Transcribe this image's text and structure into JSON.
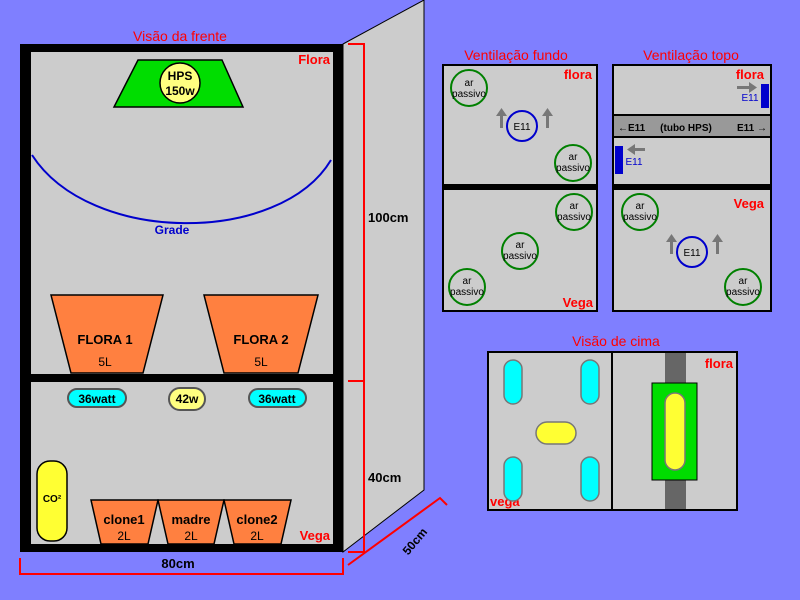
{
  "front": {
    "title": "Visão da frente",
    "flora": "Flora",
    "vega": "Vega",
    "hps": "HPS",
    "hps_w": "150w",
    "grade": "Grade",
    "pot1": "FLORA 1",
    "pot1_vol": "5L",
    "pot2": "FLORA 2",
    "pot2_vol": "5L",
    "lamp1": "36watt",
    "lamp2": "42w",
    "lamp3": "36watt",
    "co2": "CO²",
    "clone1": "clone1",
    "clone1_vol": "2L",
    "madre": "madre",
    "madre_vol": "2L",
    "clone2": "clone2",
    "clone2_vol": "2L",
    "height_top": "100cm",
    "height_bottom": "40cm",
    "width": "80cm",
    "depth": "50cm"
  },
  "back_vent": {
    "title": "Ventilação fundo",
    "flora": "flora",
    "vega": "Vega",
    "passive_word1": "ar",
    "passive_word2": "passivo",
    "fan": "E11"
  },
  "top_vent": {
    "title": "Ventilação topo",
    "flora": "flora",
    "vega": "Vega",
    "fan": "E11",
    "tube_left": "←E11",
    "tube_mid": "(tubo HPS)",
    "tube_right": "E11 →",
    "passive_word1": "ar",
    "passive_word2": "passivo"
  },
  "top_view": {
    "title": "Visão de cima",
    "flora": "flora",
    "vega": "vega"
  },
  "colors": {
    "background": "#7f7fff",
    "panel": "#cccccc",
    "label_red": "#ff0000",
    "grade_blue": "#0000cc",
    "pot_orange": "#ff8040",
    "lamp_cyan": "#00ffff",
    "lamp_yellow": "#ffff80",
    "passive_green": "#008000",
    "hps_green": "#00dd00"
  }
}
